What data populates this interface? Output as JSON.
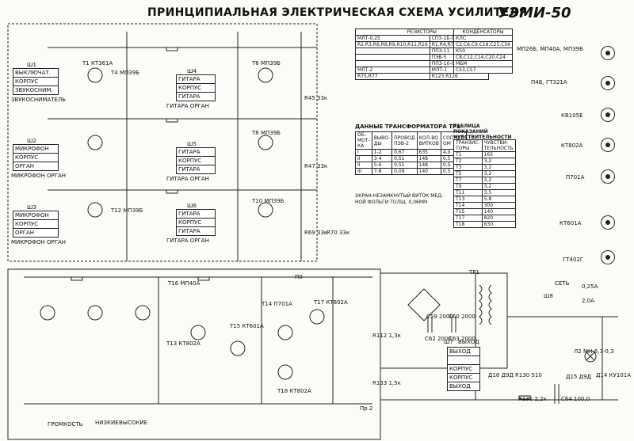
{
  "title": "ПРИНЦИПИАЛЬНАЯ ЭЛЕКТРИЧЕСКАЯ СХЕМА УСИЛИТЕЛЯ",
  "model": "УЭМИ-50",
  "resistors": {
    "header": "РЕЗИСТОРЫ",
    "col1": "МЛТ-0,25",
    "col2": "СП3-1Б-0,25",
    "cell1": "R2,R3,R6,R8,R9,R10,R11,R16",
    "cell2": "R1,R4,R7,R12,R13,R14",
    "spec1": "ППЗ-11",
    "spec2": "ПЭВ-5",
    "spec3": "ППЗ-10-0,5",
    "col3": "МЛТ-2",
    "col4": "МЛТ-1",
    "cell3": "R75,R77",
    "cell4": "R123,R126"
  },
  "capacitors": {
    "header": "КОНДЕНСАТОРЫ",
    "k1": "КЛС",
    "k2": "К50",
    "k3": "МБМ",
    "c1": "С2,С6,С9,С18,С25,С56",
    "c2": "С8,С12,С14,С20,С24",
    "c3": "С53,С57"
  },
  "transformer": {
    "header": "ДАННЫЕ ТРАНСФОРМАТОРА ТР1",
    "cols": [
      "ОБ-МОТ-КА",
      "ВЫВО-ДЫ",
      "ПРОВОД ПЭВ-2",
      "КОЛ-ВО ВИТКОВ",
      "СОПРОТ. ОМ"
    ],
    "rows": [
      [
        "I",
        "1-2",
        "0,67",
        "635",
        "4,0"
      ],
      [
        "II",
        "3-4",
        "0,51",
        "148",
        "0,5"
      ],
      [
        "II",
        "5-6",
        "0,51",
        "148",
        "0,5"
      ],
      [
        "III",
        "7-8",
        "0,09",
        "140",
        "0,5"
      ]
    ],
    "note": "ЭКРАН-НЕЗАМКНУТЫЙ ВИТОК МЕД-НОЙ ФОЛЬГИ ТОЛЩ. 0,06ММ"
  },
  "sensitivity": {
    "header": "ТАБЛИЦА ПОКАЗАНИЙ ЧУВСТВИТЕЛЬНОСТИ",
    "cols": [
      "ТРАНЗИС-ТОРЫ",
      "ЧУВСТВИ-ТЕЛЬНОСТЬ"
    ],
    "rows": [
      [
        "Т1",
        "165"
      ],
      [
        "Т2",
        "3,2"
      ],
      [
        "Т3",
        "3,2"
      ],
      [
        "Т5",
        "3,2"
      ],
      [
        "Т7",
        "3,2"
      ],
      [
        "Т9",
        "3,2"
      ],
      [
        "Т11",
        "3,5"
      ],
      [
        "Т13",
        "5,8"
      ],
      [
        "Т14",
        "300"
      ],
      [
        "Т15",
        "140"
      ],
      [
        "Т17",
        "820"
      ],
      [
        "Т18",
        "630"
      ]
    ]
  },
  "sockets": {
    "sh1": {
      "id": "Ш1",
      "rows": [
        "ВЫКЛЮЧАТ.",
        "КОРПУС",
        "ЗВУКОСНИМ."
      ],
      "caption": "ЗВУКОСНИМАТЕЛЬ"
    },
    "sh2": {
      "id": "Ш2",
      "rows": [
        "МИКРОФОН",
        "КОРПУС",
        "ОРГАН"
      ],
      "caption": "МИКРОФОН ОРГАН"
    },
    "sh3": {
      "id": "Ш3",
      "rows": [
        "МИКРОФОН",
        "КОРПУС",
        "ОРГАН"
      ],
      "caption": "МИКРОФОН ОРГАН"
    },
    "sh4": {
      "id": "Ш4",
      "rows": [
        "ГИТАРА",
        "КОРПУС",
        "ГИТАРА"
      ],
      "caption": "ГИТАРА ОРГАН"
    },
    "sh5": {
      "id": "Ш5",
      "rows": [
        "ГИТАРА",
        "КОРПУС",
        "ГИТАРА"
      ],
      "caption": "ГИТАРА ОРГАН"
    },
    "sh6": {
      "id": "Ш6",
      "rows": [
        "ГИТАРА",
        "КОРПУС",
        "ГИТАРА"
      ],
      "caption": "ГИТАРА ОРГАН"
    },
    "sh7": {
      "id": "Ш7",
      "header": "ВЫХОД",
      "rows": [
        "ВЫХОД",
        "",
        "КОРПУС",
        "КОРПУС",
        "ВЫХОД"
      ]
    },
    "sh8": {
      "id": "Ш8"
    }
  },
  "legend": [
    {
      "label": "МП26Б, МП40А, МП39Б"
    },
    {
      "label": "П4Б, ГТ321А"
    },
    {
      "label": "КВ105Е"
    },
    {
      "label": "КТ802А"
    },
    {
      "label": "П701А"
    },
    {
      "label": "КТ601А"
    },
    {
      "label": "ГТ402Г"
    }
  ],
  "fuses": {
    "f1": "0,25А",
    "f2": "2,0А"
  },
  "labels": {
    "tr1": "ТР1",
    "network": "СЕТЬ",
    "lamp": "Л2 МН-6,3-0,3",
    "d18": "Д15 Д9Д",
    "d16": "Д16 Д9Д",
    "r130": "R130 510",
    "r131": "R131 2,2к",
    "c64": "С64 100,0",
    "d14": "Д14 КУ101А",
    "low": "НИЗКИЕ",
    "high": "ВЫСОКИЕ",
    "volume": "ГРОМКОСТЬ",
    "pr2": "Пр 2",
    "p0": "П0",
    "t16": "Т16 МП40А",
    "t13": "Т13 КТ802А",
    "t4": "Т4 МП39Б",
    "t1": "Т1 КТ361А",
    "t6": "Т6 МП39Б",
    "t8": "Т8 МП39Б",
    "t10": "Т10 МП39Б",
    "t12": "Т12 МП39Б",
    "t14": "Т14 П701А",
    "t15": "Т15 КТ601А",
    "t17": "Т17 КТ802А",
    "t18": "Т18 КТ802А",
    "r112": "R112 1,3к",
    "r133": "R133 1,5к",
    "c62": "С62 2000",
    "c63": "С63 2000",
    "c59": "С59 2000",
    "c60": "С60 2000",
    "r45": "R45 33к",
    "r47": "R47 33к",
    "r69": "R69 33к",
    "r70": "R70 33к"
  }
}
